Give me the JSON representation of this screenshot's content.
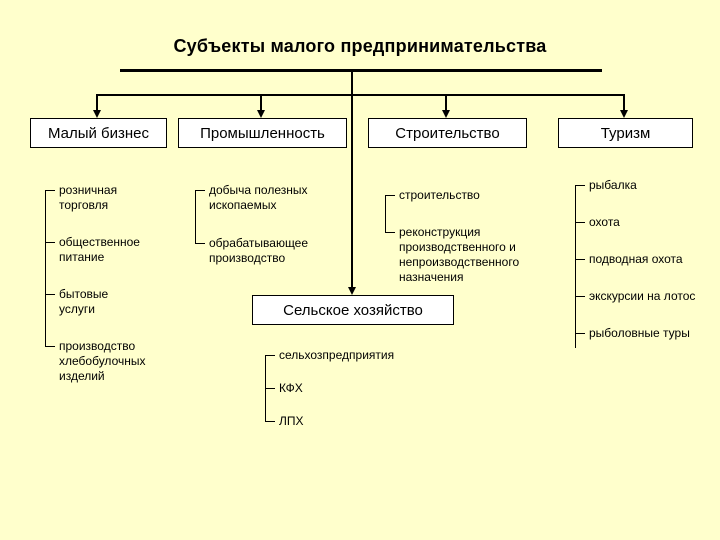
{
  "title": "Субъекты малого предпринимательства",
  "colors": {
    "background": "#FFFFCC",
    "box_background": "#FFFFFF",
    "line": "#000000",
    "text": "#000000"
  },
  "branches": [
    {
      "label": "Малый бизнес",
      "items": [
        "розничная торговля",
        "общественное питание",
        "бытовые услуги",
        "производство хлебобулочных изделий"
      ]
    },
    {
      "label": "Промышленность",
      "items": [
        "добыча полезных ископаемых",
        "обрабатывающее производство"
      ]
    },
    {
      "label": "Строительство",
      "items": [
        "строительство",
        "реконструкция производственного и непроизводственного назначения"
      ]
    },
    {
      "label": "Туризм",
      "items": [
        "рыбалка",
        "охота",
        "подводная охота",
        "экскурсии на лотос",
        "рыболовные туры"
      ]
    },
    {
      "label": "Сельское хозяйство",
      "items": [
        "сельхозпредприятия",
        "КФХ",
        "ЛПХ"
      ]
    }
  ]
}
